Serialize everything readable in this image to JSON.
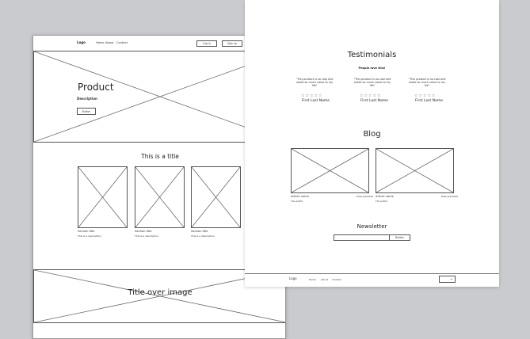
{
  "left_page": {
    "nav": {
      "logo": "Logo",
      "links": [
        "Home",
        "About",
        "Contact"
      ],
      "login_label": "Log in",
      "signup_label": "Sign up"
    },
    "hero": {
      "title": "Product",
      "description": "Description",
      "button_label": "Button"
    },
    "sections": {
      "title": "This is a title",
      "cards": [
        {
          "title": "Section title",
          "text": "This is a description"
        },
        {
          "title": "Section title",
          "text": "This is a description"
        },
        {
          "title": "Section title",
          "text": "This is a description"
        }
      ]
    },
    "banner": {
      "title": "Title over image"
    }
  },
  "right_page": {
    "testimonials": {
      "title": "Testimonials",
      "subtitle": "People love this!",
      "items": [
        {
          "quote": "\"This product is so cool and made so much value to my life\"",
          "stars": "☆☆☆☆☆",
          "name": "First Last Name"
        },
        {
          "quote": "\"This product is so cool and made so much value to my life\"",
          "stars": "☆☆☆☆☆",
          "name": "First Last Name"
        },
        {
          "quote": "\"This product is so cool and made so much value to my life\"",
          "stars": "☆☆☆☆☆",
          "name": "First Last Name"
        }
      ]
    },
    "blog": {
      "title": "Blog",
      "posts": [
        {
          "title": "Article name",
          "date": "Date published",
          "author": "The Author"
        },
        {
          "title": "Article name",
          "date": "Date published",
          "author": "The Author"
        }
      ]
    },
    "newsletter": {
      "title": "Newsletter",
      "button_label": "Button"
    },
    "footer": {
      "logo": "Logo",
      "links": [
        "Home",
        "About",
        "Contact"
      ],
      "select_icon": "chevron-down-icon"
    }
  }
}
